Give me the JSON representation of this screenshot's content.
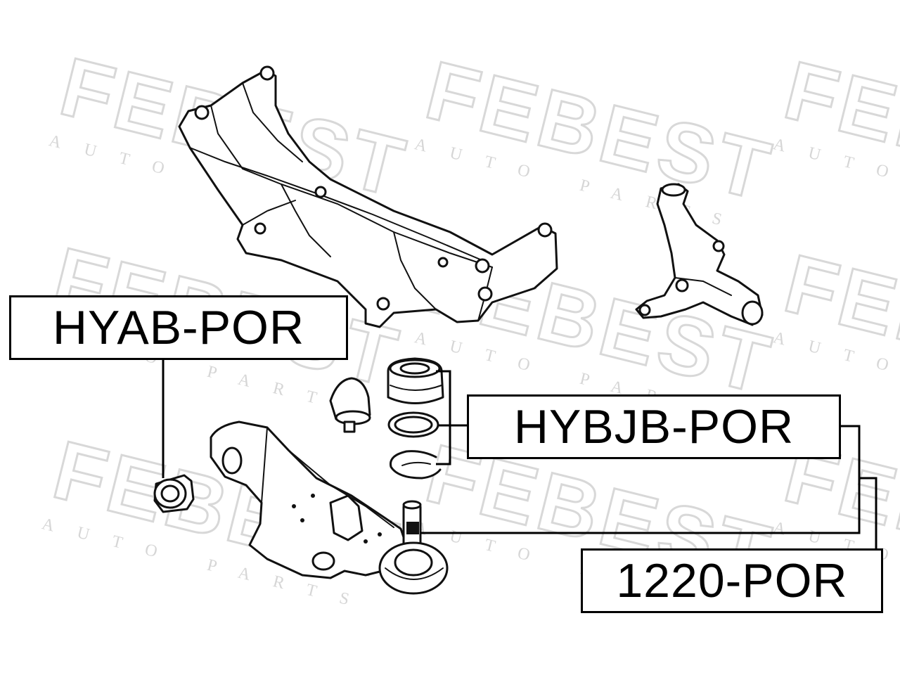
{
  "watermark": {
    "brand": "FEBEST",
    "sub": "AUTO PARTS"
  },
  "parts": {
    "hyab": {
      "part_number": "HYAB-POR",
      "icon": "arm-bushing-icon"
    },
    "hybjb": {
      "part_number": "HYBJB-POR",
      "icon": "ball-joint-boot-icon"
    },
    "p1220": {
      "part_number": "1220-POR",
      "icon": "ball-joint-icon"
    }
  },
  "colors": {
    "line": "#111111",
    "watermark": "#d8d8d8",
    "background": "#ffffff"
  }
}
